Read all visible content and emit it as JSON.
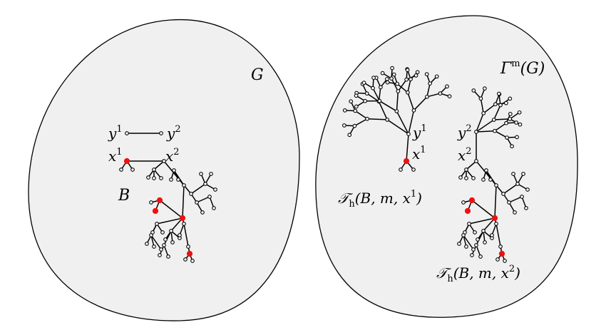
{
  "left": {
    "graph_label": "G",
    "y1_label": "y",
    "y1_sup": "1",
    "y2_label": "y",
    "y2_sup": "2",
    "x1_label": "x",
    "x1_sup": "1",
    "x2_label": "x",
    "x2_sup": "2",
    "b_label": "B"
  },
  "right": {
    "graph_label": "Γ",
    "graph_label_sup": "m",
    "graph_label_arg": "(G)",
    "y1_label": "y",
    "y1_sup": "1",
    "x1_label": "x",
    "x1_sup": "1",
    "y2_label": "y",
    "y2_sup": "2",
    "x2_label": "x",
    "x2_sup": "2",
    "tree1_label": "𝒯",
    "tree1_sub": "h",
    "tree1_args": "(B, m, x",
    "tree1_sup": "1",
    "tree1_close": ")",
    "tree2_label": "𝒯",
    "tree2_sub": "h",
    "tree2_args": "(B, m, x",
    "tree2_sup": "2",
    "tree2_close": ")"
  },
  "colors": {
    "region_fill": "#f0f0f0",
    "highlight": "#ee1111"
  }
}
